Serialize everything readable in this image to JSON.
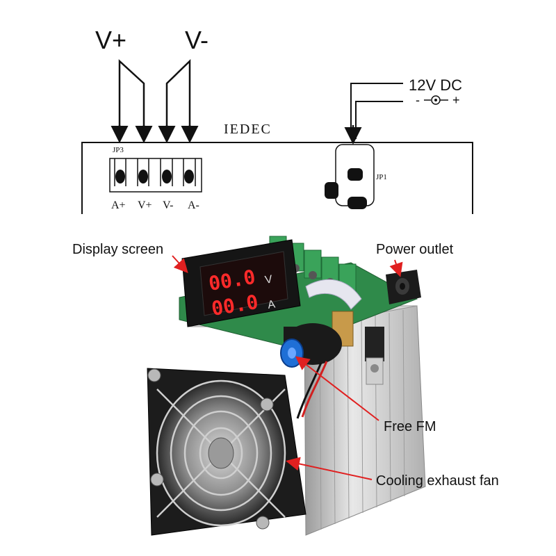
{
  "wiring": {
    "vplus_label": "V+",
    "vminus_label": "V-",
    "board_label": "IEDEC",
    "connector_label": "JP3",
    "pins": [
      "A+",
      "V+",
      "V-",
      "A-"
    ],
    "power_label": "12V DC",
    "power_polarity_minus": "-",
    "power_polarity_plus": "+",
    "power_connector_label": "JP1"
  },
  "callouts": {
    "display": "Display screen",
    "power_outlet": "Power outlet",
    "knob": "Free FM",
    "fan": "Cooling exhaust fan"
  },
  "display": {
    "top_value": "00.0",
    "bottom_value": "00.0",
    "top_unit": "V",
    "bottom_unit": "A"
  },
  "colors": {
    "line": "#111111",
    "callout_arrow": "#e02020",
    "digits": "#ff2a2a",
    "pcb": "#2f8a4a",
    "terminal": "#3aa35a",
    "heatsink": "#c8c8c8",
    "fan": "#1c1c1c",
    "knob": "#1a1a1a",
    "knob_cap": "#1f6fd6"
  }
}
